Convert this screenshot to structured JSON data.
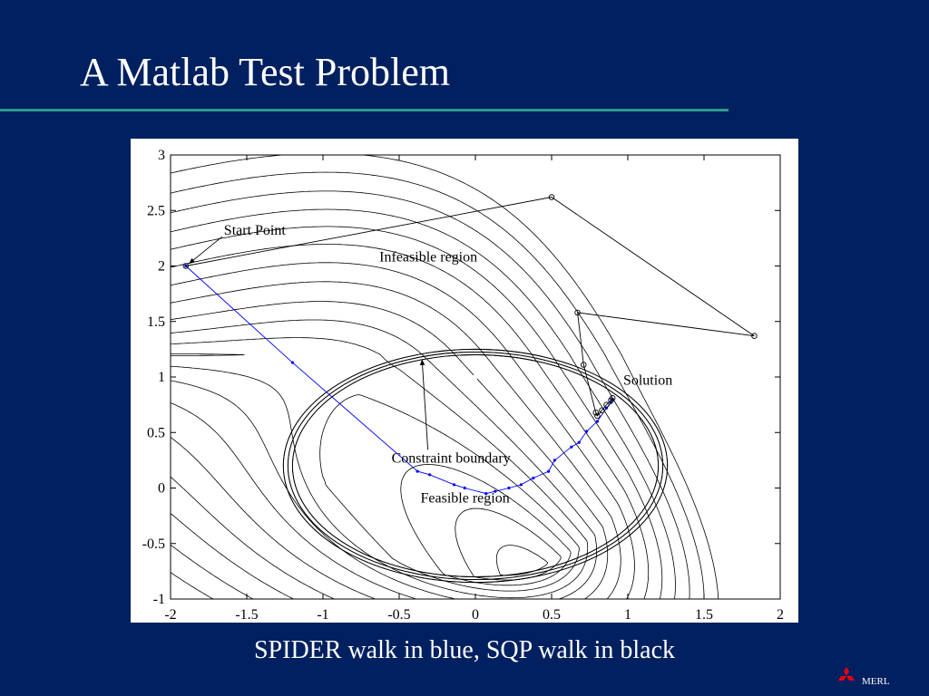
{
  "slide": {
    "title": "A Matlab Test Problem",
    "caption": "SPIDER walk in blue, SQP walk in black",
    "logo_text": "MERL",
    "background_color": "#002060",
    "rule_color": "#2e9a8c",
    "logo_color": "#e60012"
  },
  "chart_data": {
    "type": "line",
    "title": "",
    "xlabel": "",
    "ylabel": "",
    "xlim": [
      -2,
      2
    ],
    "ylim": [
      -1,
      3
    ],
    "xticks": [
      -2,
      -1.5,
      -1,
      -0.5,
      0,
      0.5,
      1,
      1.5,
      2
    ],
    "yticks": [
      -1,
      -0.5,
      0,
      0.5,
      1,
      1.5,
      2,
      2.5,
      3
    ],
    "grid": false,
    "legend": "none",
    "series": [
      {
        "color": "#0000ff",
        "marker": "dot",
        "points": [
          [
            -1.9,
            2.0
          ],
          [
            -1.2,
            1.13
          ],
          [
            -0.38,
            0.15
          ],
          [
            -0.3,
            0.12
          ],
          [
            -0.14,
            0.03
          ],
          [
            -0.07,
            0.0
          ],
          [
            0.07,
            -0.05
          ],
          [
            0.13,
            -0.03
          ],
          [
            0.22,
            0.0
          ],
          [
            0.3,
            0.03
          ],
          [
            0.38,
            0.09
          ],
          [
            0.48,
            0.15
          ],
          [
            0.52,
            0.25
          ],
          [
            0.63,
            0.37
          ],
          [
            0.68,
            0.41
          ],
          [
            0.73,
            0.51
          ],
          [
            0.8,
            0.6
          ],
          [
            0.86,
            0.72
          ],
          [
            0.89,
            0.77
          ],
          [
            0.9,
            0.8
          ]
        ]
      },
      {
        "color": "#000000",
        "marker": "circle",
        "points": [
          [
            -1.9,
            2.0
          ],
          [
            0.5,
            2.62
          ],
          [
            1.83,
            1.37
          ],
          [
            0.67,
            1.58
          ],
          [
            0.71,
            1.11
          ],
          [
            0.79,
            0.68
          ],
          [
            0.8,
            0.65
          ],
          [
            0.83,
            0.7
          ],
          [
            0.86,
            0.75
          ],
          [
            0.89,
            0.79
          ],
          [
            0.9,
            0.81
          ]
        ]
      }
    ],
    "constraint_boundary": {
      "center": [
        0.0,
        0.2
      ],
      "radii": [
        1.0,
        1.0
      ]
    },
    "annotations": [
      {
        "text": "Start Point",
        "at": [
          -1.65,
          2.28
        ],
        "arrow_to": [
          -1.88,
          2.02
        ]
      },
      {
        "text": "Infeasible region",
        "at": [
          -0.63,
          2.04
        ]
      },
      {
        "text": "Solution",
        "at": [
          0.97,
          0.93
        ]
      },
      {
        "text": "Constraint boundary",
        "at": [
          -0.55,
          0.23
        ],
        "arrow_to": [
          -0.35,
          1.16
        ]
      },
      {
        "text": "Feasible region",
        "at": [
          -0.36,
          -0.13
        ]
      }
    ]
  }
}
